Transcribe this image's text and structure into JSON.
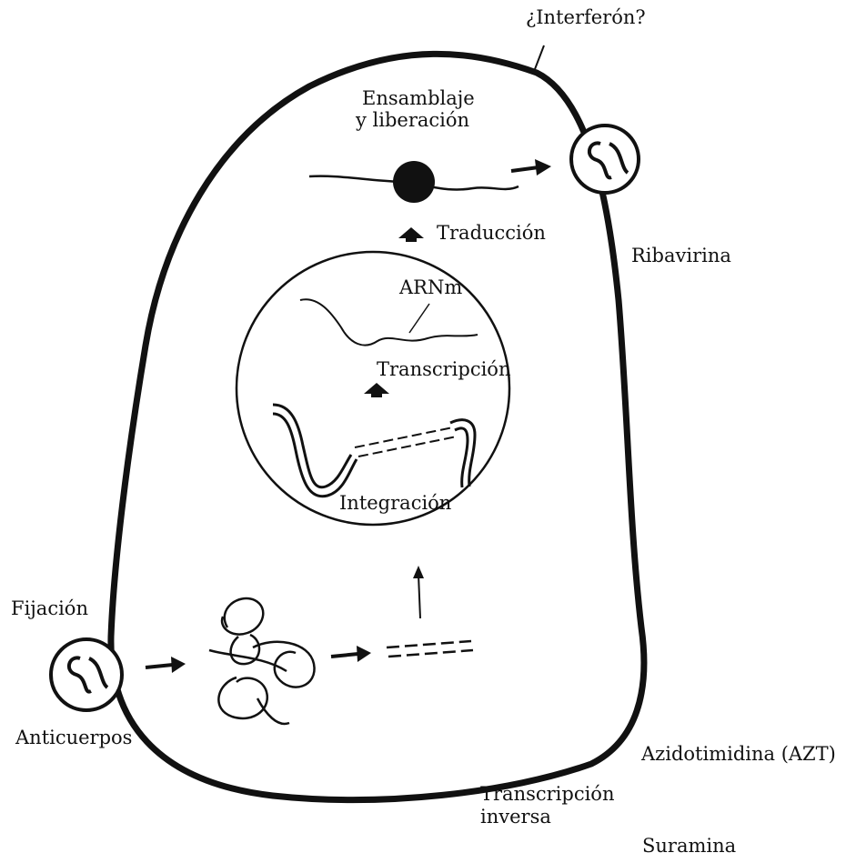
{
  "labels": {
    "interferon": "¿Interferón?",
    "ensamblaje_line1": "Ensamblaje",
    "ensamblaje_line2": "y liberación",
    "traduccion": "Traducción",
    "ribavirina": "Ribavirina",
    "arnm": "ARNm",
    "transcripcion": "Transcripción",
    "integracion": "Integración",
    "fijacion": "Fijación",
    "anticuerpos": "Anticuerpos",
    "azt": "Azidotimidina (AZT)",
    "transcripcion_inversa_line1": "Transcripción",
    "transcripcion_inversa_line2": "inversa",
    "suramina": "Suramina"
  },
  "colors": {
    "ink": "#111111",
    "background": "#ffffff"
  }
}
